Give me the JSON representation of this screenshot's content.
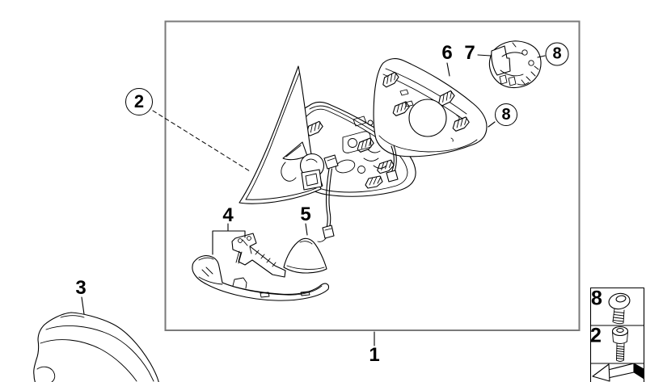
{
  "diagram": {
    "type": "exploded-parts-diagram",
    "subject": "exterior mirror assembly",
    "background_color": "#ffffff",
    "frame_color": "#7a7a7a",
    "line_color": "#000000"
  },
  "callouts": {
    "part1": "1",
    "part2": "2",
    "part3": "3",
    "part4": "4",
    "part5": "5",
    "part6": "6",
    "part7": "7",
    "part8_top": "8",
    "part8_mid": "8"
  },
  "fasteners": {
    "row8": {
      "label": "8",
      "icon": "button-head-screw"
    },
    "row2": {
      "label": "2",
      "icon": "cylinder-head-screw"
    },
    "row_arrow": {
      "icon": "continuation-arrow"
    }
  }
}
